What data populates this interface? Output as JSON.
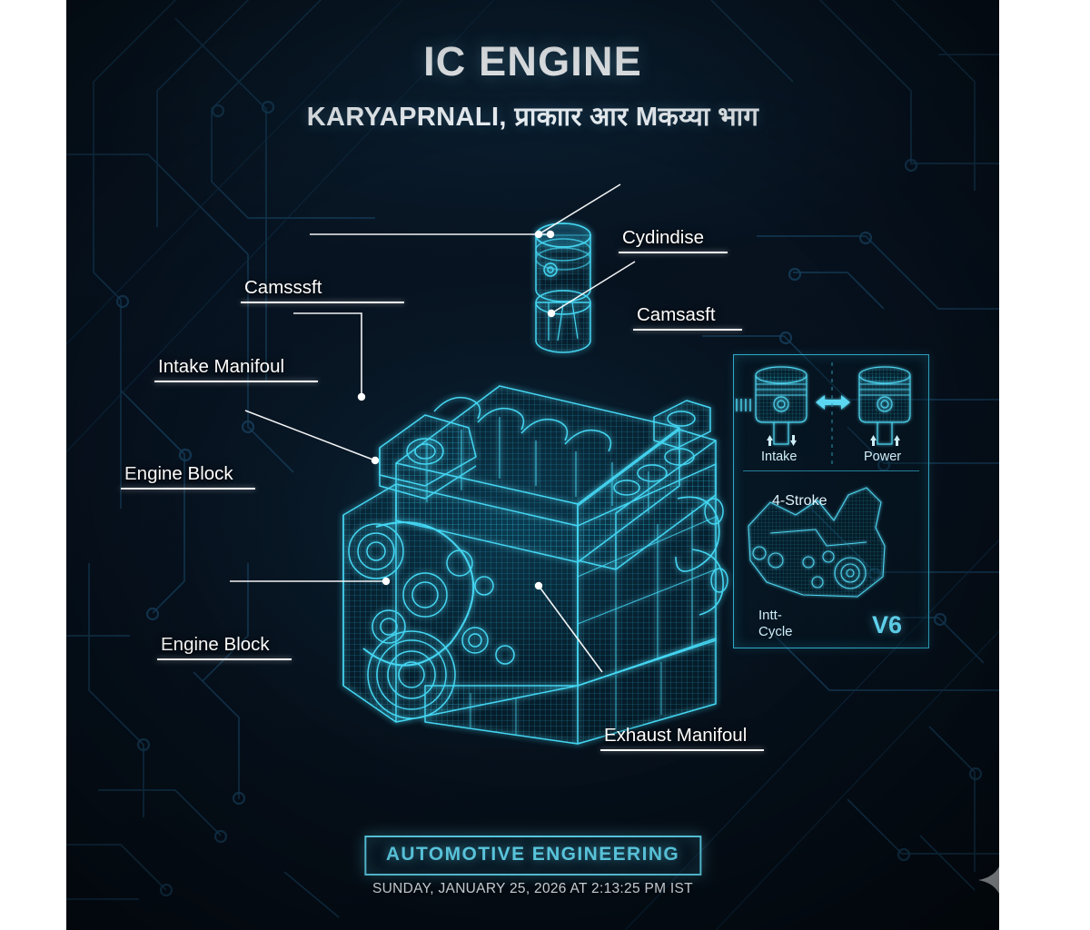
{
  "header": {
    "title": "IC ENGINE",
    "subtitle": "KARYAPRNALI,  प्राकाार आर Mकय्या भाग"
  },
  "colors": {
    "background": "#06101b",
    "wireframe_cyan": "#3fd2ee",
    "accent_cyan": "#63dbf5",
    "label_white": "#ffffff",
    "panel_border": "#2fa9c9",
    "sparkle_gray": "#b9bec4"
  },
  "callouts": [
    {
      "id": "camshaft-left",
      "label": "Camsssft",
      "side": "left"
    },
    {
      "id": "intake-manifold",
      "label": "Intake Manifoul",
      "side": "left"
    },
    {
      "id": "engine-block-mid",
      "label": "Engine Block",
      "side": "left"
    },
    {
      "id": "engine-block-low",
      "label": "Engine Block",
      "side": "left"
    },
    {
      "id": "cylinder-head",
      "label": "Cydindise",
      "side": "right"
    },
    {
      "id": "camshaft-right",
      "label": "Camsasft",
      "side": "right"
    },
    {
      "id": "exhaust-manifold",
      "label": "Exhaust Manifoul",
      "side": "right"
    }
  ],
  "inset_panel": {
    "stroke_left_label": "Intake",
    "stroke_right_label": "Power",
    "cycle_title": "4-Stroke",
    "cycle_subtitle_line1": "Intt-",
    "cycle_subtitle_line2": "Cycle",
    "config_label": "V6"
  },
  "footer": {
    "badge": "AUTOMOTIVE ENGINEERING",
    "timestamp": "SUNDAY, JANUARY 25, 2026 AT 2:13:25 PM IST"
  },
  "watermark": {
    "icon": "sparkle-icon"
  }
}
